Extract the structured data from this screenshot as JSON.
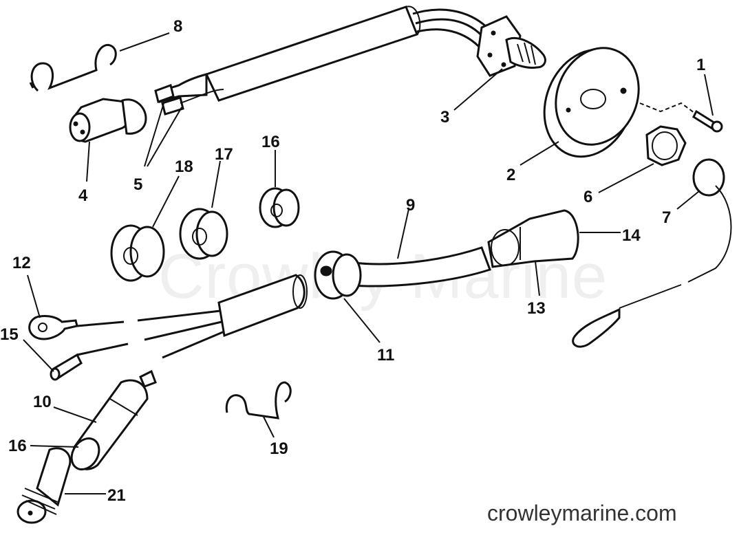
{
  "watermark": "Crowley Marine",
  "website": "crowleymarine.com",
  "callouts": {
    "c1": "1",
    "c2": "2",
    "c3": "3",
    "c4": "4",
    "c5": "5",
    "c6": "6",
    "c7": "7",
    "c8": "8",
    "c9": "9",
    "c10": "10",
    "c11": "11",
    "c12": "12",
    "c13": "13",
    "c14": "14",
    "c15": "15",
    "c16a": "16",
    "c16b": "16",
    "c17": "17",
    "c18": "18",
    "c19": "19",
    "c21": "21"
  }
}
